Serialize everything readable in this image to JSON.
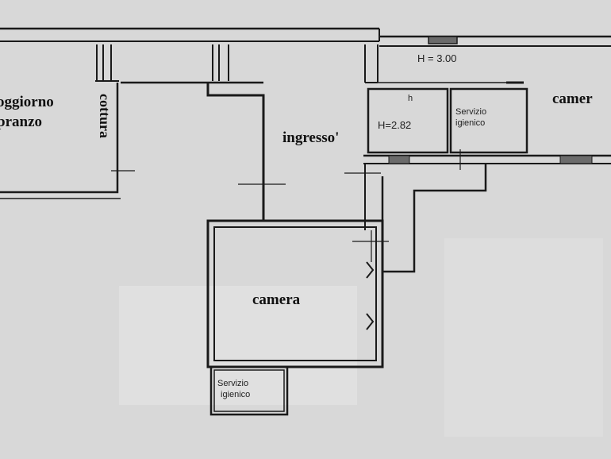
{
  "rooms": {
    "soggiorno_line1": "oggiorno",
    "soggiorno_line2": "pranzo",
    "cottura": "cottura",
    "ingresso": "ingresso'",
    "camera_center": "camera",
    "camera_right": "camer",
    "servizio_upper_line1": "Servizio",
    "servizio_upper_line2": "igienico",
    "servizio_lower_line1": "Servizio",
    "servizio_lower_line2": "igienico"
  },
  "heights": {
    "corridor": "H = 3.00",
    "closet_mark": "h",
    "closet": "H=2.82"
  },
  "colors": {
    "background": "#dcdcdc",
    "wall": "#1a1a1a",
    "room_fill": "#e4e4e4"
  }
}
